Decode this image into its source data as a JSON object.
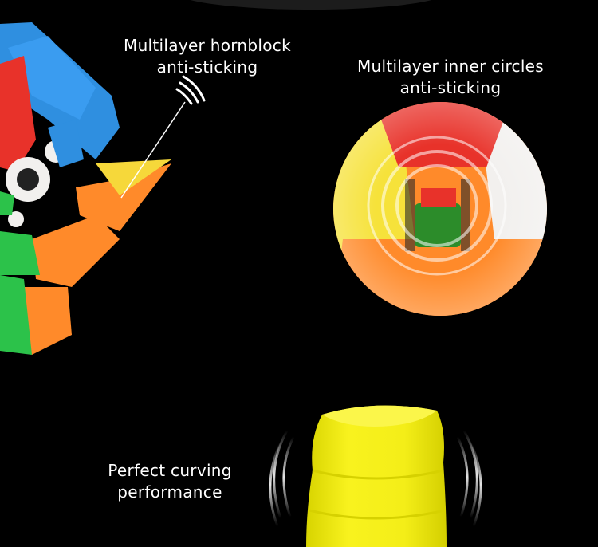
{
  "captions": {
    "hornblock": {
      "line1": "Multilayer hornblock",
      "line2": "anti-sticking"
    },
    "inner_circles": {
      "line1": "Multilayer inner circles",
      "line2": "anti-sticking"
    },
    "curving": {
      "line1": "Perfect curving",
      "line2": "performance"
    }
  },
  "colors": {
    "background": "#000000",
    "text": "#ffffff",
    "cube_red": "#e8322a",
    "cube_blue": "#2f8fe0",
    "cube_orange": "#ff8a2a",
    "cube_green": "#2cc24a",
    "cube_yellow": "#f6e23a",
    "cube_white": "#f2f0ee",
    "piece_yellow": "#f4ee1a"
  }
}
